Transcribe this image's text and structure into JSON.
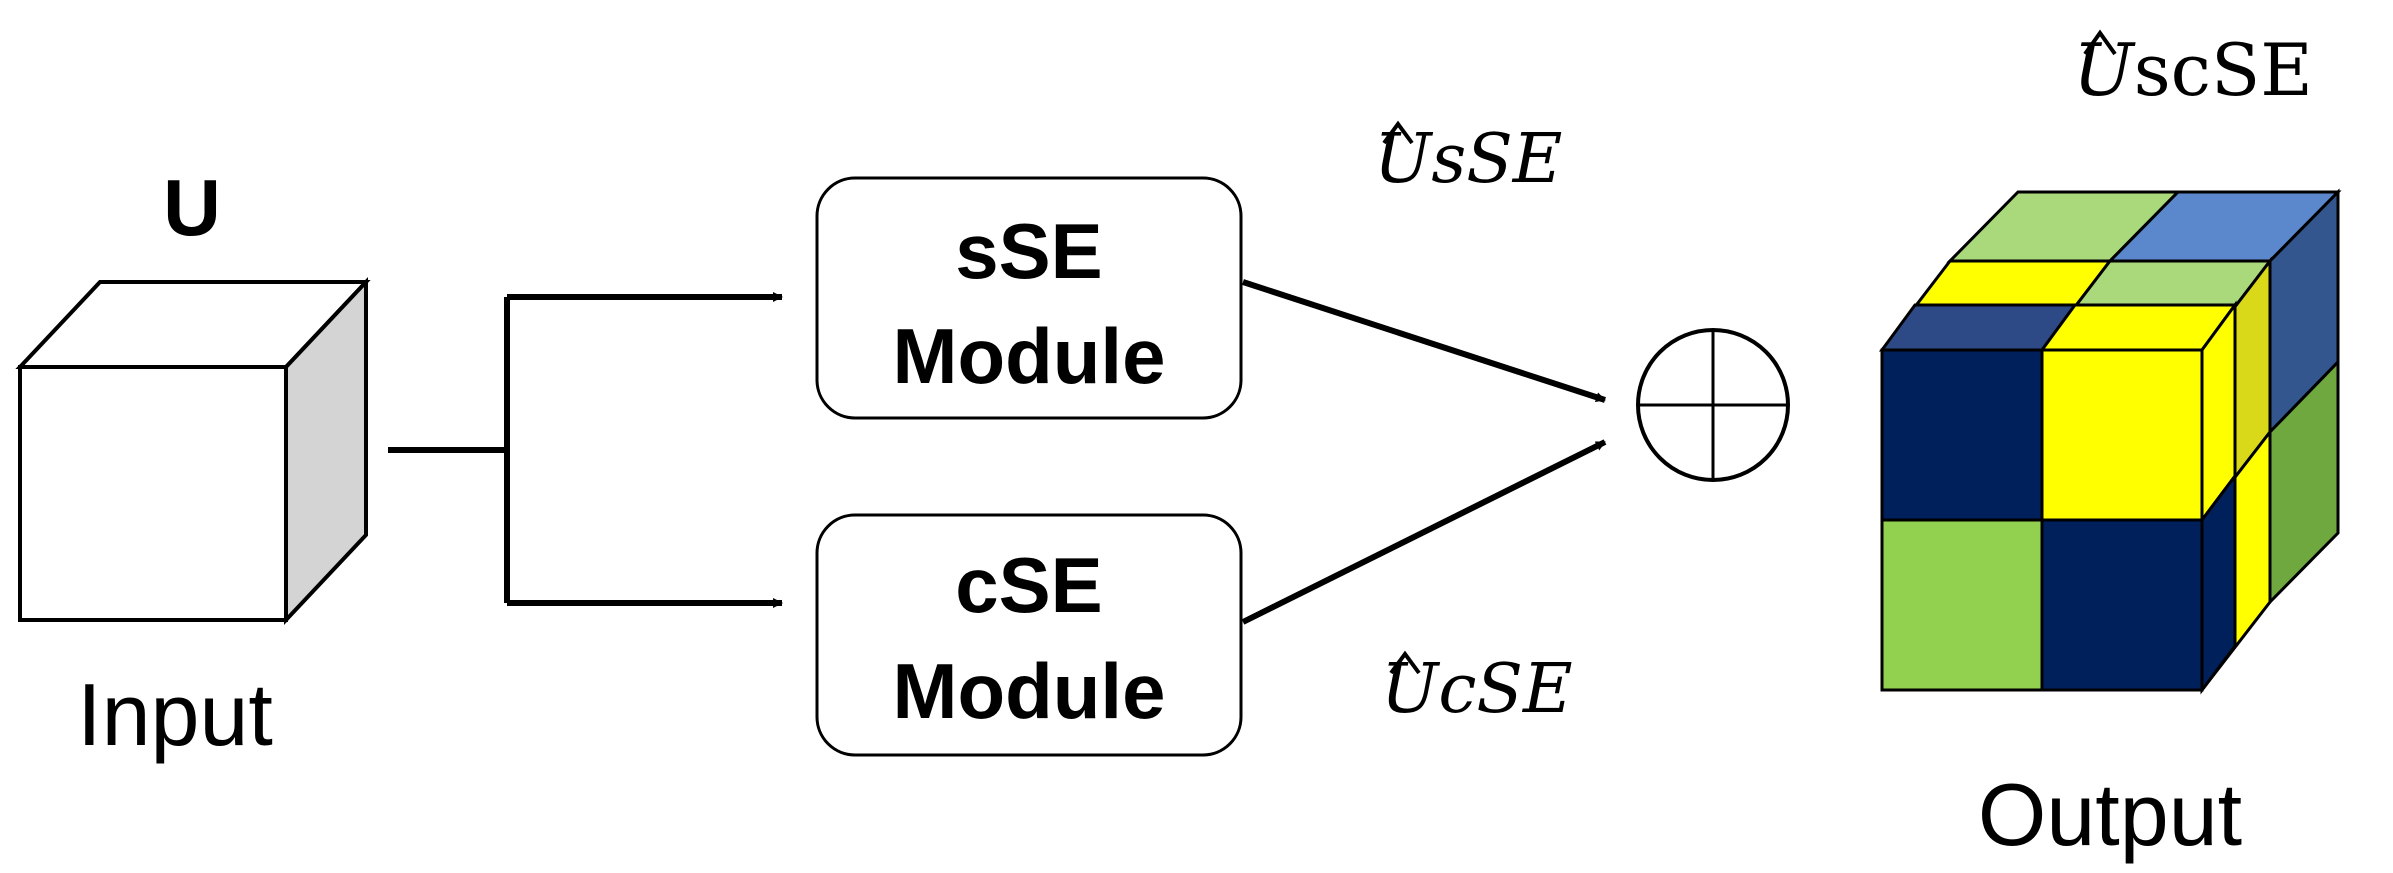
{
  "input": {
    "symbol": "U",
    "caption": "Input"
  },
  "modules": {
    "sse": {
      "line1": "sSE",
      "line2": "Module"
    },
    "cse": {
      "line1": "cSE",
      "line2": "Module"
    }
  },
  "labels": {
    "usse": {
      "base": "U",
      "sub": "sSE"
    },
    "ucse": {
      "base": "U",
      "sub": "cSE"
    },
    "uscse": {
      "base": "U",
      "sub": "scSE"
    }
  },
  "output": {
    "caption": "Output"
  },
  "colors": {
    "navy": "#00205b",
    "navy_top": "#2e4a86",
    "navy_side": "#34568f",
    "yellow": "#ffff00",
    "yellow_side": "#d9d91a",
    "green": "#92d050",
    "green_top": "#a9d97a",
    "green_side": "#70a840",
    "blue_top": "#5b87cc",
    "gray_side": "#d4d4d4"
  }
}
